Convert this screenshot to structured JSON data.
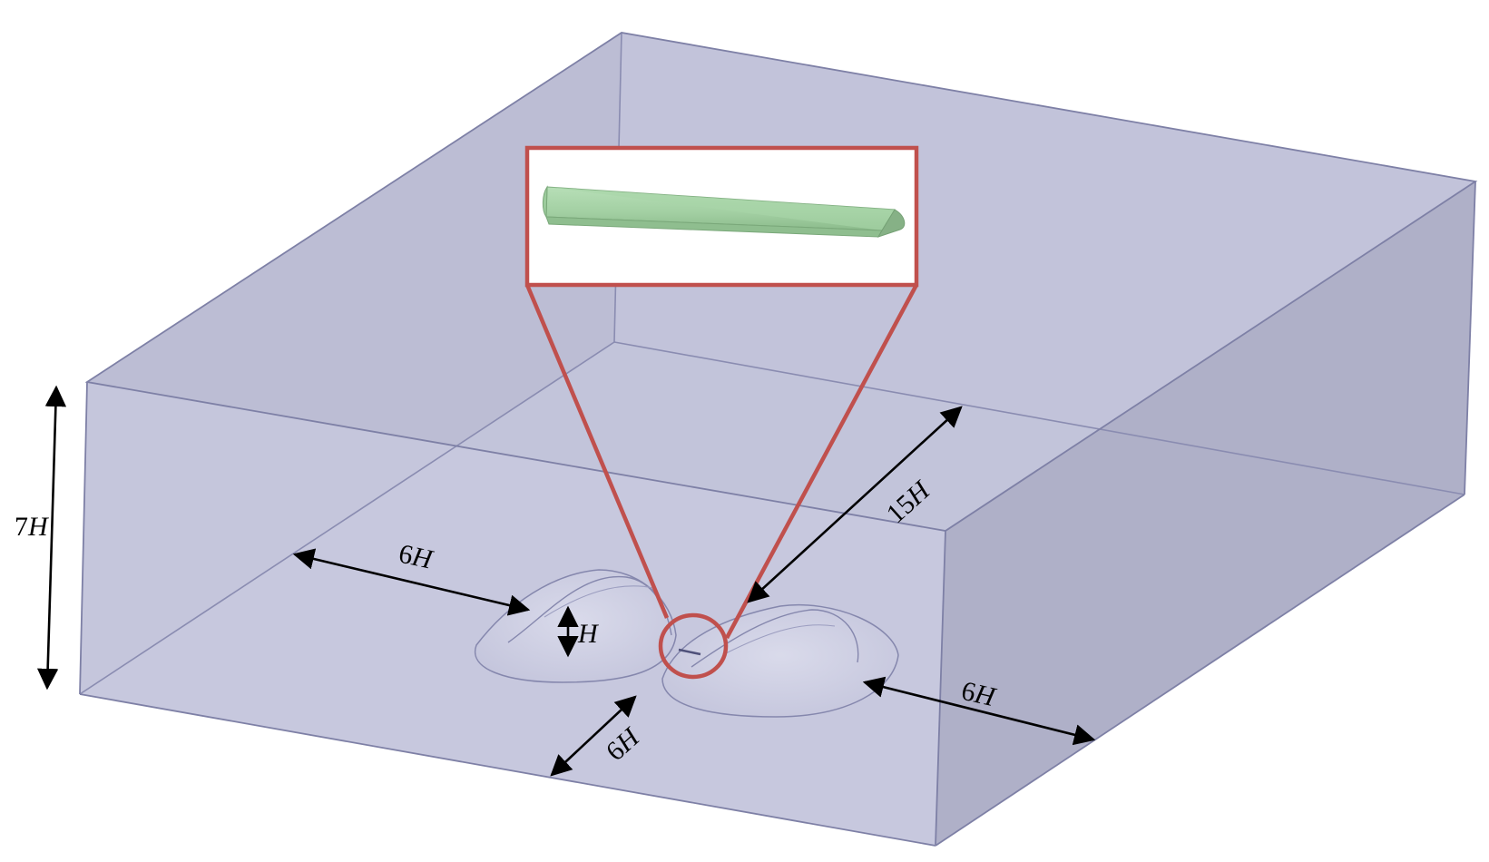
{
  "colors": {
    "box_edge": "#7e80a6",
    "box_top": "#c3c4da",
    "box_front": "#c6c7dd",
    "box_right": "#adaec6",
    "hill_edge": "#8587ad",
    "callout": "#c0504d",
    "cylinder": "#a6d3a6",
    "arrow": "#000000"
  },
  "dimensions": {
    "height_total": {
      "num": "7",
      "var": "H"
    },
    "left_gap": {
      "num": "6",
      "var": "H"
    },
    "hill_height": {
      "num": "",
      "var": "H"
    },
    "downstream": {
      "num": "15",
      "var": "H"
    },
    "front_gap": {
      "num": "6",
      "var": "H"
    },
    "right_gap": {
      "num": "6",
      "var": "H"
    }
  }
}
